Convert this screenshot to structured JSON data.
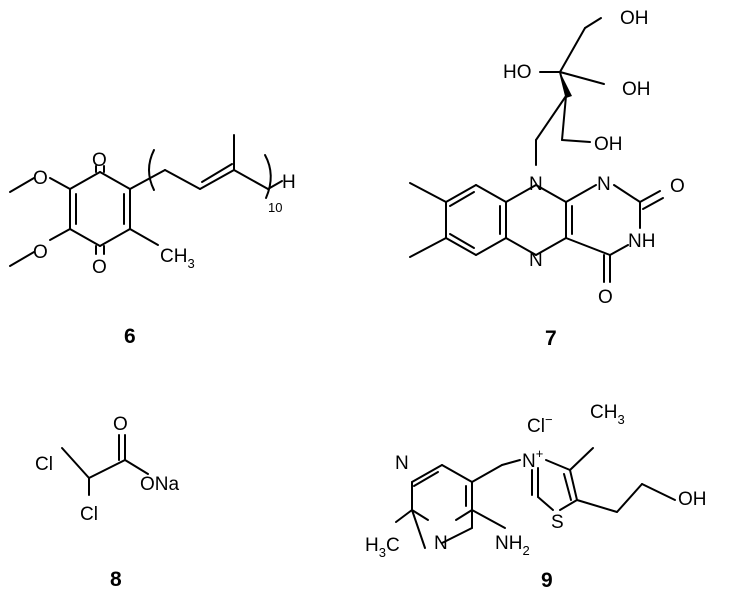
{
  "compounds": [
    {
      "id": "6",
      "atoms": {
        "o_top": "O",
        "o_bottom": "O",
        "h": "H",
        "ch": "CH",
        "ch_sub": "3",
        "repeat": "10"
      }
    },
    {
      "id": "7",
      "atoms": {
        "oh_top": "OH",
        "ho": "HO",
        "oh_mid": "OH",
        "oh_low": "OH",
        "n_ring": "N",
        "n_right": "N",
        "n_left": "N",
        "o_right": "O",
        "o_bottom": "O",
        "nh": "NH"
      }
    },
    {
      "id": "8",
      "atoms": {
        "cl_top": "Cl",
        "cl_bottom": "Cl",
        "o": "O",
        "ona": "ONa"
      }
    },
    {
      "id": "9",
      "atoms": {
        "cl": "Cl",
        "cl_charge": "−",
        "ch": "CH",
        "ch_sub": "3",
        "n_plus": "N",
        "plus": "+",
        "n_top": "N",
        "n_bottom": "N",
        "h3c": "H",
        "h3c_sub": "3",
        "h3c_c": "C",
        "nh": "NH",
        "nh_sub": "2",
        "s": "S",
        "oh": "OH"
      }
    }
  ]
}
